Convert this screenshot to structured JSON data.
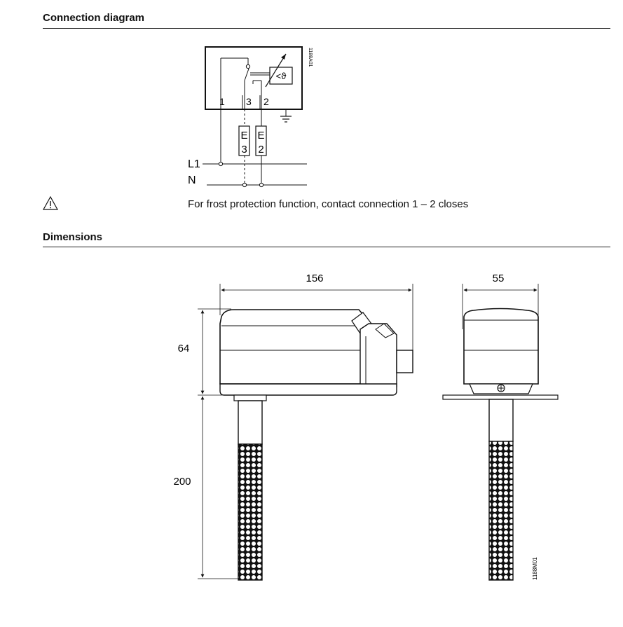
{
  "connection": {
    "heading": "Connection diagram",
    "drawing_code": "1188A01",
    "symbol": "<ϑ",
    "terminals": [
      "1",
      "3",
      "2"
    ],
    "electrodes": [
      {
        "letter": "E",
        "number": "3"
      },
      {
        "letter": "E",
        "number": "2"
      }
    ],
    "line_l1": "L1",
    "line_n": "N",
    "note": "For frost protection function, contact connection 1 – 2 closes"
  },
  "dimensions": {
    "heading": "Dimensions",
    "drawing_code": "1188M01",
    "width_front": "156",
    "width_side": "55",
    "height_housing": "64",
    "length_probe": "200"
  },
  "icons": {
    "warning": "warning-triangle-icon"
  }
}
